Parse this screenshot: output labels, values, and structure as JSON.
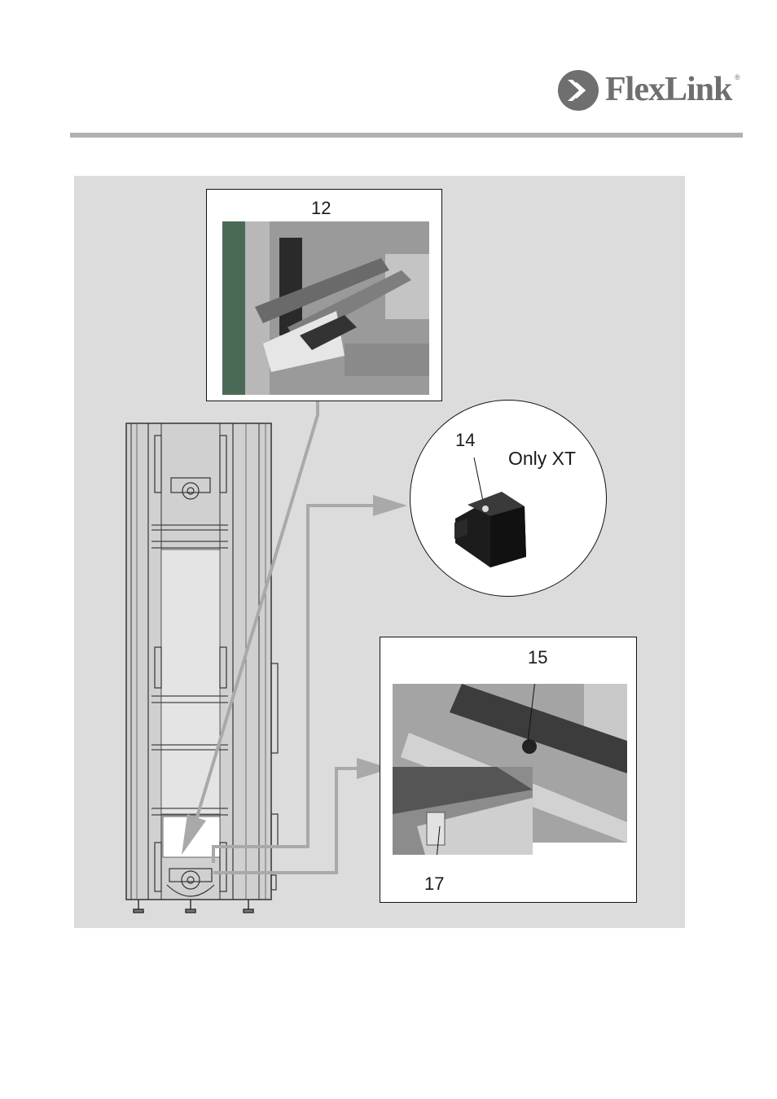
{
  "brand": {
    "name": "FlexLink",
    "registered_mark": "®",
    "color": "#6f6f6f"
  },
  "figure": {
    "callouts": {
      "c12": "12",
      "c14": "14",
      "c14_note": "Only XT",
      "c15": "15",
      "c17": "17"
    }
  },
  "colors": {
    "panel_background": "#dcdcdc",
    "arrow": "#a9a9a9",
    "rule": "#b1b1b1"
  }
}
